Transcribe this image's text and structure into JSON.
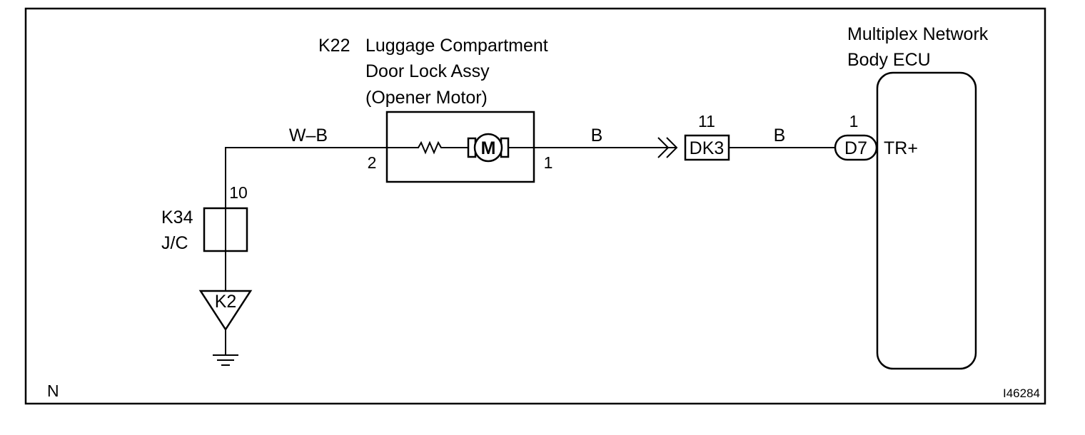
{
  "diagram": {
    "ecu": {
      "title_line1": "Multiplex Network",
      "title_line2": "Body ECU",
      "connector": "D7",
      "pin": "1",
      "terminal": "TR+"
    },
    "motor": {
      "code": "K22",
      "name_line1": "Luggage Compartment",
      "name_line2": "Door Lock Assy",
      "name_line3": "(Opener Motor)",
      "symbol": "M",
      "pin_left": "2",
      "pin_right": "1"
    },
    "junction_connector": {
      "code": "DK3",
      "pin": "11"
    },
    "junction_block": {
      "code": "K34",
      "name": "J/C",
      "pin": "10"
    },
    "ground": {
      "code": "K2"
    },
    "wires": {
      "left": "W–B",
      "middle": "B",
      "right": "B"
    },
    "corner_left": "N",
    "corner_right": "I46284"
  }
}
